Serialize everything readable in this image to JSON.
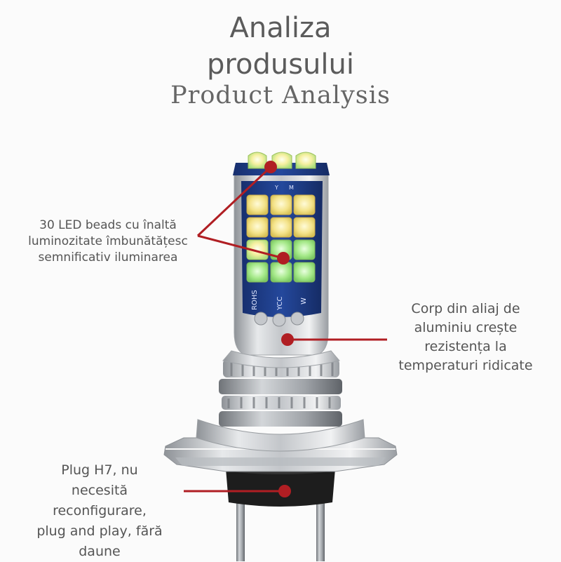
{
  "title": {
    "line1": "Analiza",
    "line2": "produsului",
    "english": "Product Analysis"
  },
  "callouts": {
    "leds": [
      "30 LED beads cu înaltă",
      "luminozitate îmbunătățesc",
      "semnificativ iluminarea"
    ],
    "body": [
      "Corp din aliaj de",
      "aluminiu crește",
      "rezistența la",
      "temperaturi ridicate"
    ],
    "plug": [
      "Plug H7, nu",
      "necesită",
      "reconfigurare,",
      "plug and play, fără",
      "daune"
    ]
  },
  "chip_markings": {
    "top": [
      "Y",
      "M"
    ],
    "side_rohs": "ROHS",
    "side_ycc": "YCC",
    "side_w": "W"
  },
  "colors": {
    "pointer": "#b01e23",
    "led_yellow": "#f3e27a",
    "led_green": "#9be27c",
    "pcb": "#1f3f8f",
    "metal": "#c9ccd0"
  }
}
